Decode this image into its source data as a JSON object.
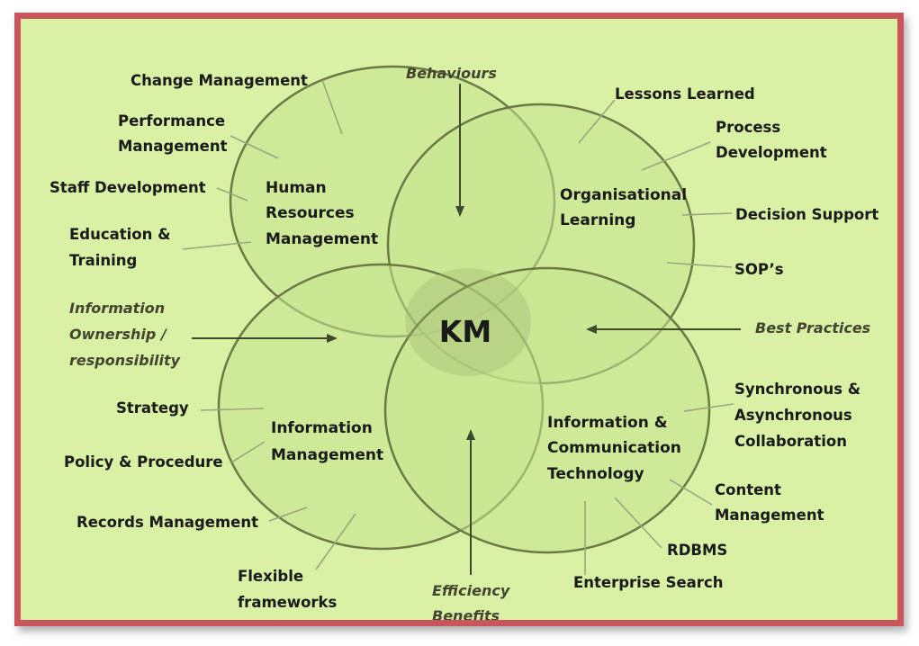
{
  "colors": {
    "frame": "#c9565c",
    "background": "#d8f1a5",
    "circle_fill": "#c7e38f",
    "circle_stroke": "#6b7a45",
    "leader": "#9aa67c",
    "arrow": "#3f4a2d",
    "text": "#1a1a1a"
  },
  "center": {
    "label": "KM"
  },
  "circles": {
    "hr": {
      "name": "Human Resources Management",
      "lines": [
        "Human",
        "Resources",
        "Management"
      ]
    },
    "ol": {
      "name": "Organisational Learning",
      "lines": [
        "Organisational",
        "Learning"
      ]
    },
    "im": {
      "name": "Information Management",
      "lines": [
        "Information",
        "Management"
      ]
    },
    "ict": {
      "name": "Information & Communication Technology",
      "lines": [
        "Information &",
        "Communication",
        "Technology"
      ]
    }
  },
  "items": {
    "change_management": "Change Management",
    "performance_management": [
      "Performance",
      "Management"
    ],
    "staff_development": "Staff Development",
    "education_training": [
      "Education &",
      "Training"
    ],
    "lessons_learned": "Lessons Learned",
    "process_development": [
      "Process",
      "Development"
    ],
    "decision_support": "Decision Support",
    "sops": "SOP’s",
    "strategy": "Strategy",
    "policy_procedure": "Policy & Procedure",
    "records_management": "Records Management",
    "flexible_frameworks": [
      "Flexible",
      "frameworks"
    ],
    "sync_async_collaboration": [
      "Synchronous &",
      "Asynchronous",
      "Collaboration"
    ],
    "content_management": [
      "Content",
      "Management"
    ],
    "rdbms": "RDBMS",
    "enterprise_search": "Enterprise Search"
  },
  "annotations": {
    "behaviours": "Behaviours",
    "best_practices": "Best Practices",
    "information_ownership": [
      "Information",
      "Ownership /",
      "responsibility"
    ],
    "efficiency_benefits": [
      "Efficiency",
      "Benefits"
    ]
  }
}
